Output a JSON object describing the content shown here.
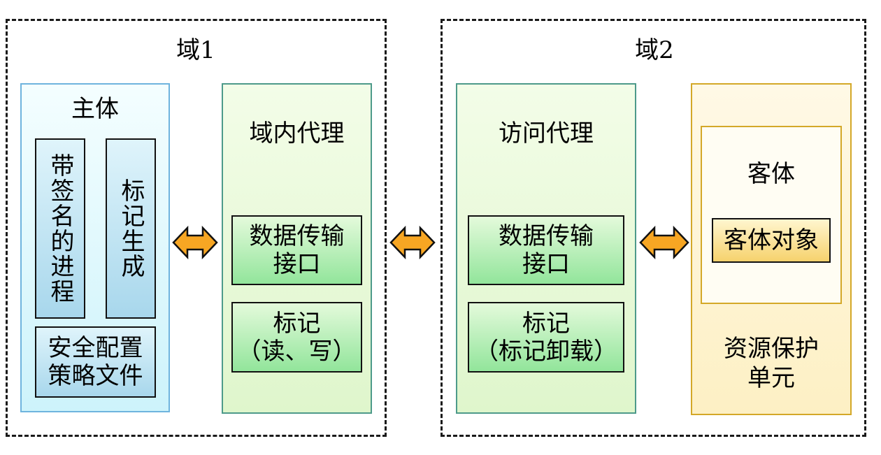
{
  "domain1": {
    "label": "域1",
    "subject": {
      "title": "主体",
      "signed_process": "带签名的进程",
      "label_generation": "标记生成",
      "security_policy_line1": "安全配置",
      "security_policy_line2": "策略文件"
    },
    "intra_agent": {
      "title": "域内代理",
      "data_interface_line1": "数据传输",
      "data_interface_line2": "接口",
      "label_rw_line1": "标记",
      "label_rw_line2": "（读、写）"
    }
  },
  "domain2": {
    "label": "域2",
    "access_agent": {
      "title": "访问代理",
      "data_interface_line1": "数据传输",
      "data_interface_line2": "接口",
      "label_unload_line1": "标记",
      "label_unload_line2": "（标记卸载）"
    },
    "object": {
      "title": "客体",
      "object_item": "客体对象"
    },
    "resource_unit_line1": "资源保护",
    "resource_unit_line2": "单元"
  },
  "colors": {
    "arrow_fill": "#f7a623",
    "arrow_stroke": "#111111",
    "subject_border": "#6fb4de",
    "agent_border": "#4d9a8a",
    "resource_border": "#d4a828"
  }
}
